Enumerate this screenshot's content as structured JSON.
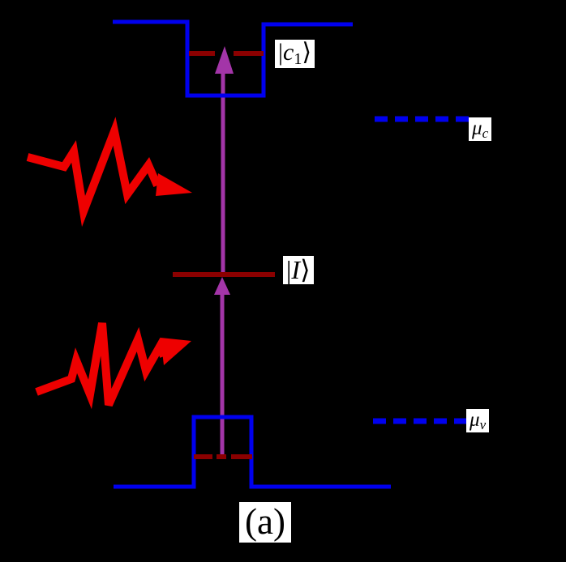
{
  "figure": {
    "type": "energy-level-diagram",
    "caption": "(a)",
    "labels": {
      "c1": {
        "pre": "|",
        "main": "c",
        "sub": "1",
        "post": "⟩"
      },
      "intermediate": {
        "pre": "|",
        "main": "I",
        "post": "⟩"
      },
      "mu_c": {
        "main": "μ",
        "sub": "c"
      },
      "mu_v": {
        "main": "μ",
        "sub": "v"
      }
    },
    "colors": {
      "background": "#000000",
      "band_line": "#0000ee",
      "level_line": "#8b0000",
      "transition_arrow": "#a335a8",
      "photon_arrow": "#ee0000",
      "label_bg": "#ffffff",
      "label_fg": "#000000"
    }
  }
}
